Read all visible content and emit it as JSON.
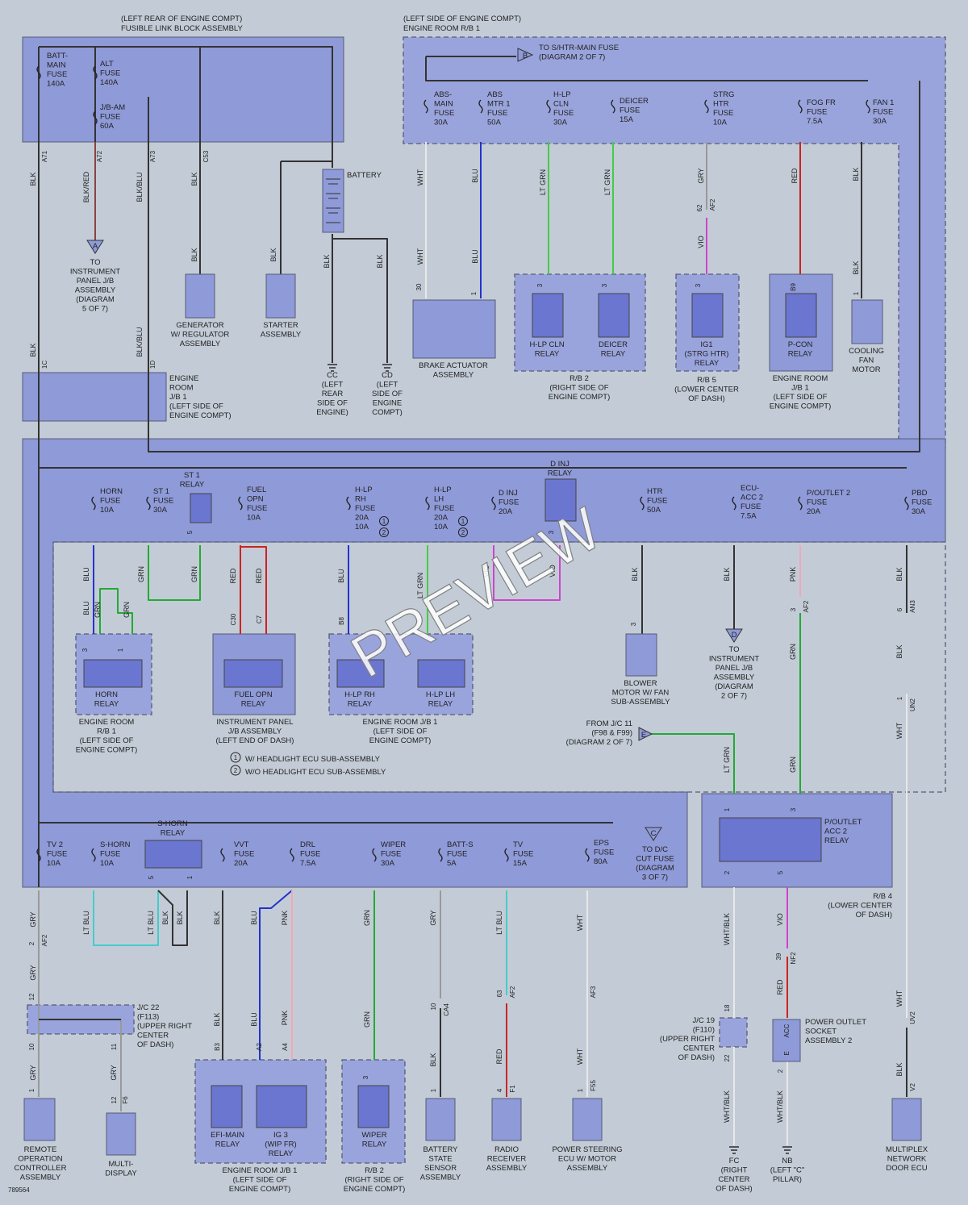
{
  "headers": {
    "fusible_block_location": "(LEFT REAR OF ENGINE COMPT)",
    "fusible_block_name": "FUSIBLE LINK BLOCK ASSEMBLY",
    "rb1_location": "(LEFT SIDE OF ENGINE COMPT)",
    "rb1_name": "ENGINE ROOM R/B 1"
  },
  "watermark": "PREVIEW",
  "diagram_id": "789564",
  "fuses": {
    "batt_main": [
      "BATT-",
      "MAIN",
      "FUSE",
      "140A"
    ],
    "alt": [
      "ALT",
      "FUSE",
      "140A"
    ],
    "jb_am": [
      "J/B-AM",
      "FUSE",
      "60A"
    ],
    "abs_main": [
      "ABS-",
      "MAIN",
      "FUSE",
      "30A"
    ],
    "abs_mtr1": [
      "ABS",
      "MTR 1",
      "FUSE",
      "50A"
    ],
    "hlp_cln": [
      "H-LP",
      "CLN",
      "FUSE",
      "30A"
    ],
    "deicer": [
      "DEICER",
      "FUSE",
      "15A"
    ],
    "strg_htr": [
      "STRG",
      "HTR",
      "FUSE",
      "10A"
    ],
    "fog_fr": [
      "FOG FR",
      "FUSE",
      "7.5A"
    ],
    "fan1": [
      "FAN 1",
      "FUSE",
      "30A"
    ],
    "horn": [
      "HORN",
      "FUSE",
      "10A"
    ],
    "st1": [
      "ST 1",
      "FUSE",
      "30A"
    ],
    "fuel_opn": [
      "FUEL",
      "OPN",
      "FUSE",
      "10A"
    ],
    "hlp_rh": [
      "H-LP",
      "RH",
      "FUSE",
      "20A",
      "10A"
    ],
    "hlp_lh": [
      "H-LP",
      "LH",
      "FUSE",
      "20A",
      "10A"
    ],
    "d_inj": [
      "D INJ",
      "FUSE",
      "20A"
    ],
    "htr": [
      "HTR",
      "FUSE",
      "50A"
    ],
    "ecu_acc2": [
      "ECU-",
      "ACC 2",
      "FUSE",
      "7.5A"
    ],
    "poutlet2": [
      "P/OUTLET 2",
      "FUSE",
      "20A"
    ],
    "pbd": [
      "PBD",
      "FUSE",
      "30A"
    ],
    "tv2": [
      "TV 2",
      "FUSE",
      "10A"
    ],
    "s_horn": [
      "S-HORN",
      "FUSE",
      "10A"
    ],
    "vvt": [
      "VVT",
      "FUSE",
      "20A"
    ],
    "drl": [
      "DRL",
      "FUSE",
      "7.5A"
    ],
    "wiper": [
      "WIPER",
      "FUSE",
      "30A"
    ],
    "batt_s": [
      "BATT-S",
      "FUSE",
      "5A"
    ],
    "tv": [
      "TV",
      "FUSE",
      "15A"
    ],
    "eps": [
      "EPS",
      "FUSE",
      "80A"
    ]
  },
  "relays": {
    "st1": [
      "ST 1",
      "RELAY"
    ],
    "d_inj": [
      "D INJ",
      "RELAY"
    ],
    "s_horn": [
      "S-HORN",
      "RELAY"
    ],
    "hlp_cln": [
      "H-LP CLN",
      "RELAY"
    ],
    "deicer": [
      "DEICER",
      "RELAY"
    ],
    "ig1": [
      "IG1",
      "(STRG HTR)",
      "RELAY"
    ],
    "pcon": [
      "P-CON",
      "RELAY"
    ],
    "horn": [
      "HORN",
      "RELAY"
    ],
    "fuel_opn": [
      "FUEL OPN",
      "RELAY"
    ],
    "hlp_rh": [
      "H-LP RH",
      "RELAY"
    ],
    "hlp_lh": [
      "H-LP LH",
      "RELAY"
    ],
    "poutlet_acc2": [
      "P/OUTLET",
      "ACC 2",
      "RELAY"
    ],
    "efi_main": [
      "EFI-MAIN",
      "RELAY"
    ],
    "ig3": [
      "IG 3",
      "(WIP FR)",
      "RELAY"
    ],
    "wiper": [
      "WIPER",
      "RELAY"
    ]
  },
  "components": {
    "battery": "BATTERY",
    "generator": [
      "GENERATOR",
      "W/ REGULATOR",
      "ASSEMBLY"
    ],
    "starter": [
      "STARTER",
      "ASSEMBLY"
    ],
    "brake_actuator": [
      "BRAKE ACTUATOR",
      "ASSEMBLY"
    ],
    "cooling_fan": [
      "COOLING",
      "FAN",
      "MOTOR"
    ],
    "blower": [
      "BLOWER",
      "MOTOR W/ FAN",
      "SUB-ASSEMBLY"
    ],
    "remote_op": [
      "REMOTE",
      "OPERATION",
      "CONTROLLER",
      "ASSEMBLY"
    ],
    "multi_display": [
      "MULTI-",
      "DISPLAY"
    ],
    "battery_sensor": [
      "BATTERY",
      "STATE",
      "SENSOR",
      "ASSEMBLY"
    ],
    "radio": [
      "RADIO",
      "RECEIVER",
      "ASSEMBLY"
    ],
    "power_steering": [
      "POWER STEERING",
      "ECU W/ MOTOR",
      "ASSEMBLY"
    ],
    "power_outlet": [
      "POWER OUTLET",
      "SOCKET",
      "ASSEMBLY 2"
    ],
    "multiplex": [
      "MULTIPLEX",
      "NETWORK",
      "DOOR ECU"
    ]
  },
  "blocks": {
    "engine_room_jb1_top": [
      "ENGINE",
      "ROOM",
      "J/B 1",
      "(LEFT SIDE OF",
      "ENGINE COMPT)"
    ],
    "rb2_top": [
      "R/B 2",
      "(RIGHT SIDE OF",
      "ENGINE COMPT)"
    ],
    "rb5": [
      "R/B 5",
      "(LOWER CENTER",
      "OF DASH)"
    ],
    "er_jb1_pcon": [
      "ENGINE ROOM",
      "J/B 1",
      "(LEFT SIDE OF",
      "ENGINE COMPT)"
    ],
    "er_rb1_horn": [
      "ENGINE ROOM",
      "R/B 1",
      "(LEFT SIDE OF",
      "ENGINE COMPT)"
    ],
    "ip_jb": [
      "INSTRUMENT PANEL",
      "J/B ASSEMBLY",
      "(LEFT END OF DASH)"
    ],
    "er_jb1_hlp": [
      "ENGINE ROOM J/B 1",
      "(LEFT SIDE OF",
      "ENGINE COMPT)"
    ],
    "rb4": [
      "R/B 4",
      "(LOWER CENTER",
      "OF DASH)"
    ],
    "er_jb1_bottom": [
      "ENGINE ROOM J/B 1",
      "(LEFT SIDE OF",
      "ENGINE COMPT)"
    ],
    "rb2_bottom": [
      "R/B 2",
      "(RIGHT SIDE OF",
      "ENGINE COMPT)"
    ],
    "jc22": [
      "J/C 22",
      "(F113)",
      "(UPPER RIGHT",
      "CENTER",
      "OF DASH)"
    ],
    "jc19": [
      "J/C 19",
      "(F110)",
      "(UPPER RIGHT",
      "CENTER",
      "OF DASH)"
    ]
  },
  "grounds": {
    "cc": [
      "CC",
      "(LEFT",
      "REAR",
      "SIDE OF",
      "ENGINE)"
    ],
    "cd": [
      "CD",
      "(LEFT",
      "SIDE OF",
      "ENGINE",
      "COMPT)"
    ],
    "fc": [
      "FC",
      "(RIGHT",
      "CENTER",
      "OF DASH)"
    ],
    "nb": [
      "NB",
      "(LEFT \"C\"",
      "PILLAR)"
    ]
  },
  "connectors": {
    "b": {
      "letter": "B",
      "text": [
        "TO S/HTR-MAIN FUSE",
        "(DIAGRAM 2 OF 7)"
      ]
    },
    "a": {
      "letter": "A",
      "text": [
        "TO",
        "INSTRUMENT",
        "PANEL J/B",
        "ASSEMBLY",
        "(DIAGRAM",
        "5 OF 7)"
      ]
    },
    "d": {
      "letter": "D",
      "text": [
        "TO",
        "INSTRUMENT",
        "PANEL J/B",
        "ASSEMBLY",
        "(DIAGRAM",
        "2 OF 7)"
      ]
    },
    "e": {
      "letter": "E",
      "text": [
        "FROM J/C 11",
        "(F98 & F99)",
        "(DIAGRAM 2 OF 7)"
      ]
    },
    "c": {
      "letter": "C",
      "text": [
        "TO D/C",
        "CUT FUSE",
        "(DIAGRAM",
        "3 OF 7)"
      ]
    }
  },
  "notes": {
    "n1": "W/ HEADLIGHT ECU SUB-ASSEMBLY",
    "n2": "W/O HEADLIGHT ECU SUB-ASSEMBLY",
    "n1_sym": "1",
    "n2_sym": "2"
  },
  "wires": {
    "blk": "BLK",
    "blkred": "BLK/RED",
    "blkblu": "BLK/BLU",
    "wht": "WHT",
    "blu": "BLU",
    "ltgrn": "LT GRN",
    "gry": "GRY",
    "vio": "VIO",
    "red": "RED",
    "grn": "GRN",
    "pnk": "PNK",
    "ltblu": "LT BLU",
    "whtblk": "WHT/BLK"
  },
  "pins": {
    "a71": "A71",
    "a72": "A72",
    "a73": "A73",
    "c53": "C53",
    "1c": "1C",
    "1d": "1D",
    "30": "30",
    "1": "1",
    "2": "2",
    "3": "3",
    "4": "4",
    "5": "5",
    "6": "6",
    "10": "10",
    "11": "11",
    "12": "12",
    "18": "18",
    "22": "22",
    "39": "39",
    "62": "62",
    "63": "63",
    "af2": "AF2",
    "af3": "AF3",
    "b9": "B9",
    "b8": "B8",
    "b3": "B3",
    "a2": "A2",
    "a4": "A4",
    "c30": "C30",
    "c7": "C7",
    "an3": "AN3",
    "un2": "UN2",
    "uv2": "UV2",
    "v2": "V2",
    "nf2": "NF2",
    "ca4": "CA4",
    "f6": "F6",
    "f1": "F1",
    "f55": "F55",
    "acc": "ACC",
    "e": "E"
  },
  "colors": {
    "background": "#c3ccd6",
    "block_fill": "#8f9ad8",
    "relay_inner": "#6a76d0",
    "blk": "#333333",
    "wht": "#e8e8e8",
    "blu": "#2233cc",
    "ltgrn": "#44cc44",
    "grn": "#22aa33",
    "gry": "#999999",
    "vio": "#cc44cc",
    "red": "#cc2222",
    "pnk": "#f0a8b8",
    "ltblu": "#44cccc",
    "blkred": "#884444"
  }
}
